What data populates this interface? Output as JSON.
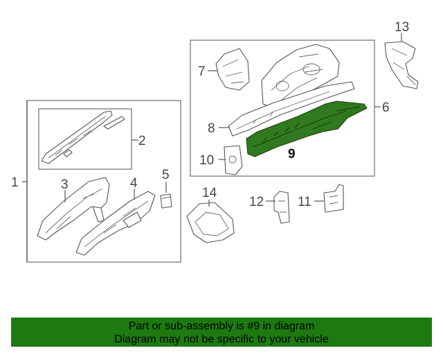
{
  "callouts": {
    "c1": "1",
    "c2": "2",
    "c3": "3",
    "c4": "4",
    "c5": "5",
    "c6": "6",
    "c7": "7",
    "c8": "8",
    "c9": "9",
    "c10": "10",
    "c11": "11",
    "c12": "12",
    "c13": "13",
    "c14": "14"
  },
  "highlight": {
    "part_number": "9",
    "color": "#2f7a1e"
  },
  "banner": {
    "line1": "Part or sub-assembly is #9 in diagram",
    "line2": "Diagram may not be specific to your vehicle",
    "color": "#1c7a10"
  }
}
